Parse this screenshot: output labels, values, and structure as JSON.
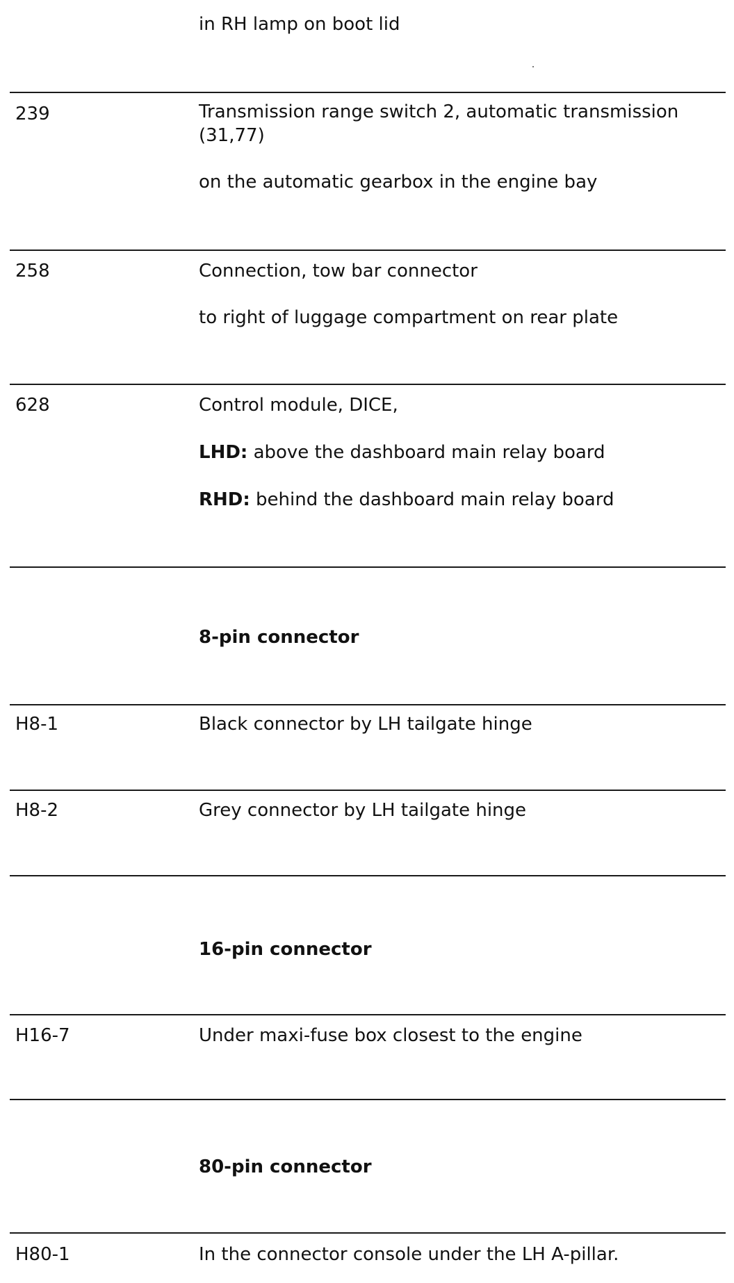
{
  "continuation": {
    "desc": "in RH lamp on boot lid"
  },
  "rows": [
    {
      "code": "239",
      "title": "Transmission range switch 2, automatic transmission (31,77)",
      "location": "on the automatic gearbox in the engine bay"
    },
    {
      "code": "258",
      "title": "Connection, tow bar connector",
      "location": "to right of luggage compartment on rear plate"
    },
    {
      "code": "628",
      "title": "Control module, DICE,",
      "lhd_label": "LHD:",
      "lhd_text": " above the dashboard main relay board",
      "rhd_label": "RHD:",
      "rhd_text": " behind the dashboard main relay board"
    }
  ],
  "sections": {
    "pin8": {
      "heading": "8-pin connector",
      "rows": [
        {
          "code": "H8-1",
          "desc": "Black connector by LH tailgate hinge"
        },
        {
          "code": "H8-2",
          "desc": "Grey connector by LH tailgate hinge"
        }
      ]
    },
    "pin16": {
      "heading": "16-pin connector",
      "rows": [
        {
          "code": "H16-7",
          "desc": "Under maxi-fuse box closest to the engine"
        }
      ]
    },
    "pin80": {
      "heading": "80-pin connector",
      "rows": [
        {
          "code": "H80-1",
          "desc": "In the connector console under the LH A-pillar."
        }
      ]
    }
  }
}
